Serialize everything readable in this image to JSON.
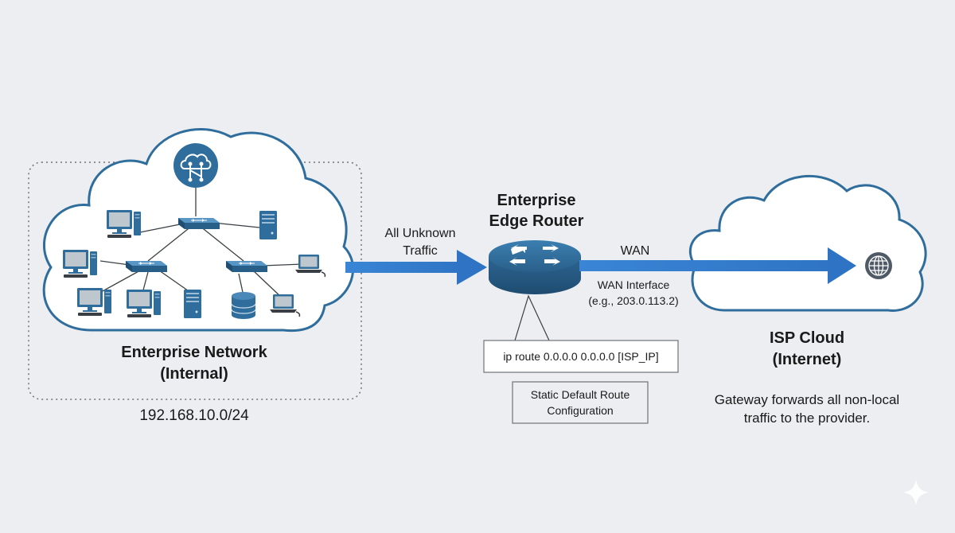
{
  "enterprise": {
    "title_line1": "Enterprise Network",
    "title_line2": "(Internal)",
    "subnet": "192.168.10.0/24"
  },
  "traffic_label": {
    "line1": "All Unknown",
    "line2": "Traffic"
  },
  "router": {
    "title_line1": "Enterprise",
    "title_line2": "Edge Router",
    "wan_interface_line1": "WAN Interface",
    "wan_interface_line2": "(e.g., 203.0.113.2)"
  },
  "wan_label": "WAN",
  "config": {
    "command": "ip route 0.0.0.0 0.0.0.0 [ISP_IP]",
    "caption_line1": "Static Default Route",
    "caption_line2": "Configuration"
  },
  "isp": {
    "title_line1": "ISP Cloud",
    "title_line2": "(Internet)",
    "note_line1": "Gateway forwards all non-local",
    "note_line2": "traffic to the provider."
  },
  "colors": {
    "accent": "#2f6d9c",
    "arrow": "#3a85d6",
    "cloud_fill": "#ffffff",
    "cloud_stroke": "#2f6d9c",
    "background": "#eceef1"
  },
  "icons": [
    "cloud-network-icon",
    "switch-icon",
    "desktop-computer-icon",
    "server-tower-icon",
    "laptop-icon",
    "database-icon",
    "router-icon",
    "globe-icon",
    "sparkle-icon"
  ]
}
